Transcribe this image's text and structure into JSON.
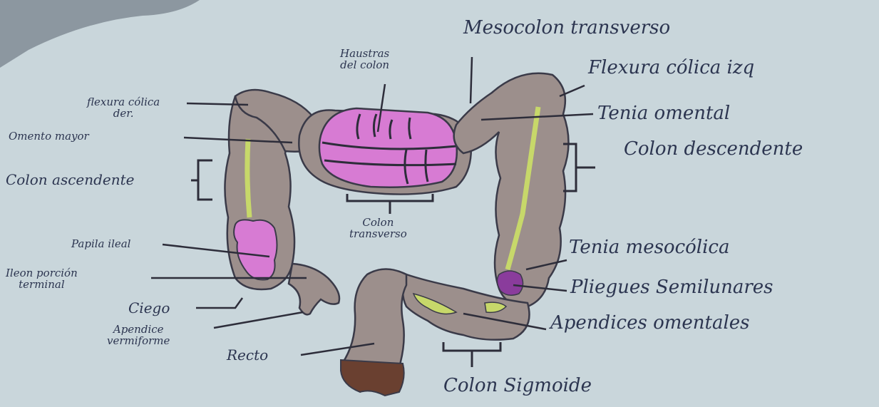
{
  "labels": {
    "mesocolon_transverso": "Mesocolon transverso",
    "haustras": "Haustras\ndel colon",
    "flexura_izq": "Flexura cólica izq",
    "flexura_der": "flexura cólica\nder.",
    "tenia_omental": "Tenia omental",
    "omento_mayor": "Omento mayor",
    "colon_descendente": "Colon descendente",
    "colon_ascendente": "Colon ascendente",
    "colon_transverso": "Colon\ntransverso",
    "papila_ileal": "Papila ileal",
    "ileon": "Ileon porción\nterminal",
    "tenia_mesocolica": "Tenia mesocólica",
    "pliegues": "Pliegues Semilunares",
    "ciego": "Ciego",
    "apendices": "Apendices omentales",
    "apendice": "Apendice\nvermiforme",
    "recto": "Recto",
    "colon_sigmoide": "Colon Sigmoide"
  },
  "colors": {
    "paper": "#c9d6db",
    "colon": "#9c8f8c",
    "haustra": "#d77bd3",
    "tenia": "#c7d86a",
    "pliegues": "#8a3c9c",
    "recto_bottom": "#6a4030",
    "ink": "#2c3550"
  }
}
